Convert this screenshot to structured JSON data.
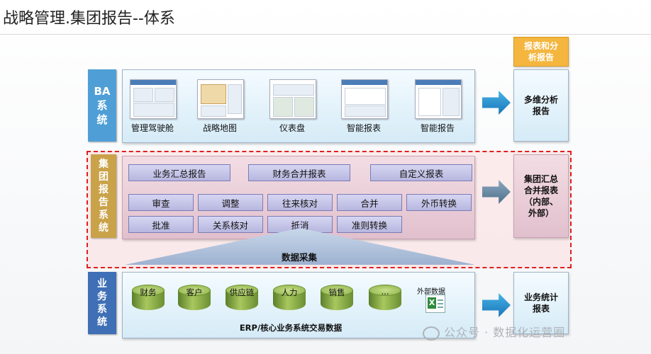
{
  "title": "战略管理.集团报告--体系",
  "ba": {
    "label": "BA\n系\n统",
    "items": [
      "管理驾驶舱",
      "战略地图",
      "仪表盘",
      "智能报表",
      "智能报告"
    ]
  },
  "group": {
    "label": "集\n团\n报\n告\n系\n统",
    "top_buttons": [
      "业务汇总报告",
      "财务合并报表",
      "自定义报表"
    ],
    "row1": [
      "审查",
      "调整",
      "往来核对",
      "合并",
      "外币转换"
    ],
    "row2": [
      "批准",
      "关系核对",
      "抵消",
      "准则转换"
    ],
    "collect": "数据采集"
  },
  "business": {
    "label": "业\n务\n系\n统",
    "cylinders": [
      "财务",
      "客户",
      "供应链",
      "人力",
      "销售",
      "..."
    ],
    "external_label": "外部数据",
    "erp": "ERP/核心业务系统交易数据"
  },
  "right": {
    "header": "报表和分\n析报告",
    "ba_out": "多维分析\n报告",
    "group_out": "集团汇总\n合并报表\n（内部、\n外部）",
    "business_out": "业务统计\n报表"
  },
  "watermark": "公众号 · 数据化运营圈",
  "colors": {
    "ba_label": "#4f9fd6",
    "group_label": "#c9a24a",
    "business_label": "#3f6fb5",
    "header_orange": "#f4b63e",
    "dashed_border": "#e02020"
  }
}
